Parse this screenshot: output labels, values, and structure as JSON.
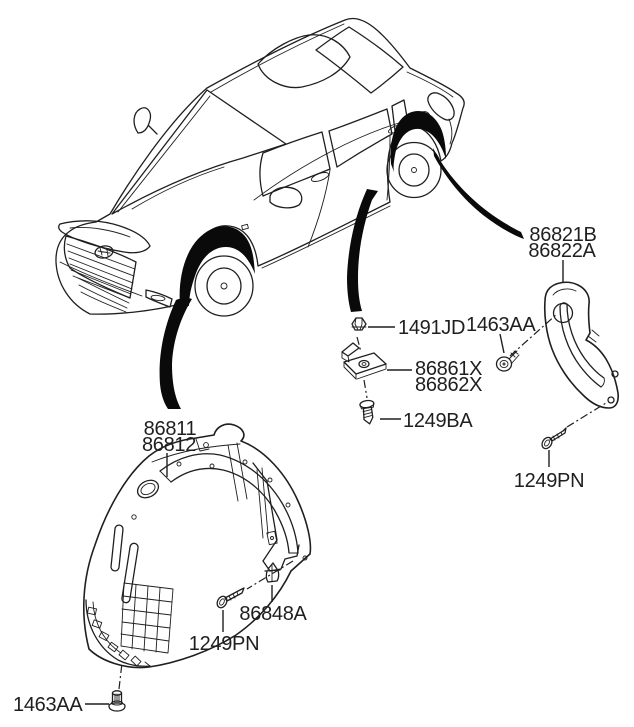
{
  "colors": {
    "background": "#ffffff",
    "line": "#1f1f1f",
    "solid": "#0a0a0a",
    "text": "#1f1f1f"
  },
  "labels": {
    "front_guard": {
      "line1": "86811",
      "line2": "86812"
    },
    "rear_guard": {
      "line1": "86821B",
      "line2": "86822A"
    },
    "side_bracket": {
      "line1": "86861X",
      "line2": "86862X"
    },
    "clip_1491jd": "1491JD",
    "screw_1463aa_upper": "1463AA",
    "screw_1249ba": "1249BA",
    "screw_1249pn_rear": "1249PN",
    "clip_86848a": "86848A",
    "screw_1249pn_front": "1249PN",
    "clip_1463aa_lower": "1463AA"
  },
  "icons": {
    "clip_1491jd": "push-nut-clip",
    "side_bracket": "mounting-bracket",
    "screw_1249ba": "tapping-screw",
    "screw_1463aa": "washer-head-screw",
    "screw_1249pn": "tapping-screw",
    "clip_86848a": "push-pin-clip",
    "clip_1463aa": "grommet-clip"
  }
}
